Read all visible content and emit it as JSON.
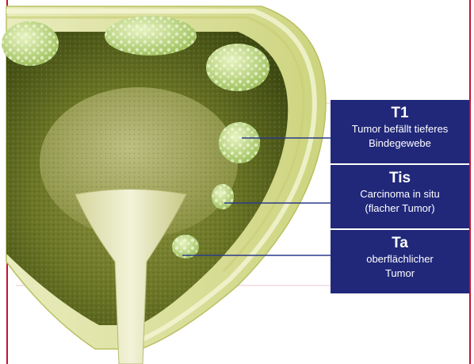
{
  "colors": {
    "frame": "#c8102e",
    "label_box": "#21287a",
    "leader_line": "#2a3a8a",
    "bladder_wall": "#d9df9a",
    "lumen": "#5d6a1f",
    "tumor": "#b9d57a"
  },
  "labels": [
    {
      "code": "T1",
      "lines": [
        "Tumor befällt tieferes",
        "Bindegewebe"
      ]
    },
    {
      "code": "Tis",
      "lines": [
        "Carcinoma in situ",
        "(flacher Tumor)"
      ]
    },
    {
      "code": "Ta",
      "lines": [
        "oberflächlicher",
        "Tumor"
      ]
    }
  ]
}
